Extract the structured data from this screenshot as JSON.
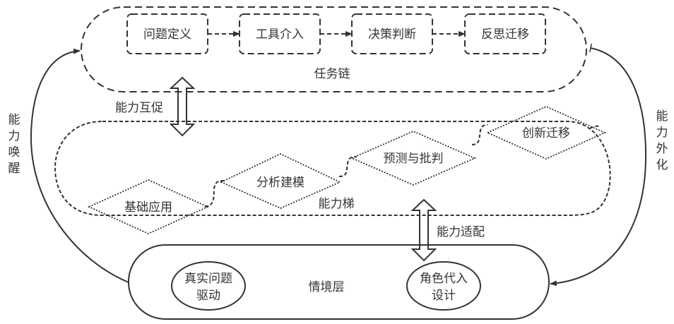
{
  "colors": {
    "stroke": "#333333",
    "text": "#333333",
    "background": "#ffffff"
  },
  "task_chain": {
    "label": "任务链",
    "steps": [
      "问题定义",
      "工具介入",
      "决策判断",
      "反思迁移"
    ]
  },
  "ability_ladder": {
    "label": "能力梯",
    "levels": [
      "基础应用",
      "分析建模",
      "预测与批判",
      "创新迁移"
    ]
  },
  "context_layer": {
    "label": "情境层",
    "items": [
      {
        "line1": "真实问题",
        "line2": "驱动"
      },
      {
        "line1": "角色代入",
        "line2": "设计"
      }
    ]
  },
  "connectors": {
    "mutual_promotion": "能力互促",
    "adaptation": "能力适配",
    "awakening": [
      "能",
      "力",
      "唤",
      "醒"
    ],
    "externalization": [
      "能",
      "力",
      "外",
      "化"
    ]
  }
}
